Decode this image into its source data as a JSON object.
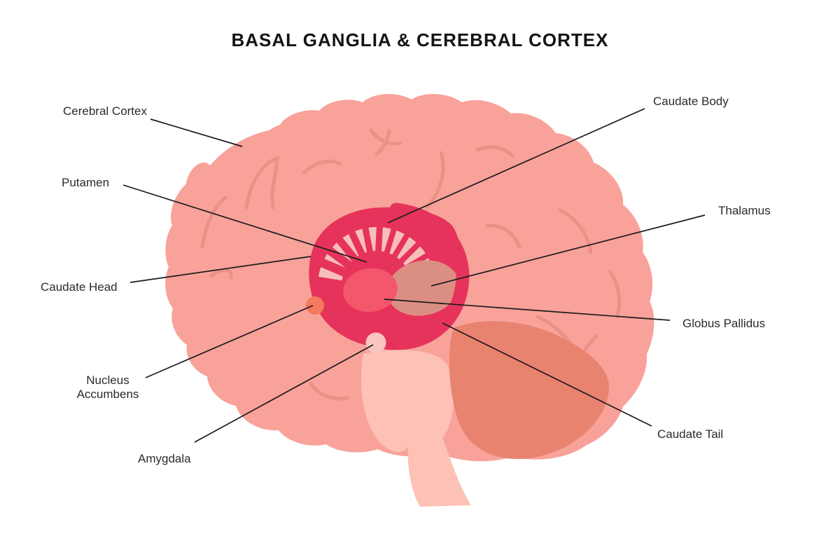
{
  "title": "BASAL GANGLIA & CEREBRAL CORTEX",
  "labels": {
    "cerebral_cortex": "Cerebral Cortex",
    "putamen": "Putamen",
    "caudate_head": "Caudate Head",
    "nucleus_accumbens_line1": "Nucleus",
    "nucleus_accumbens_line2": "Accumbens",
    "amygdala": "Amygdala",
    "caudate_body": "Caudate Body",
    "thalamus": "Thalamus",
    "globus_pallidus": "Globus Pallidus",
    "caudate_tail": "Caudate Tail"
  },
  "colors": {
    "background": "#ffffff",
    "cortex": "#F8A29A",
    "sulcus": "#EA9187",
    "basal_ganglia": "#E6335B",
    "striation_gap": "#F8BFB8",
    "globus_pallidus": "#F4566C",
    "thalamus": "#DB8F82",
    "nucleus_accumbens": "#F5795F",
    "amygdala": "#F8C6BF",
    "cerebellum": "#E88370",
    "brainstem": "#FDC1B5",
    "leader_line": "#1c1c1c",
    "label_text": "#2b2b2b",
    "title_text": "#141414"
  }
}
